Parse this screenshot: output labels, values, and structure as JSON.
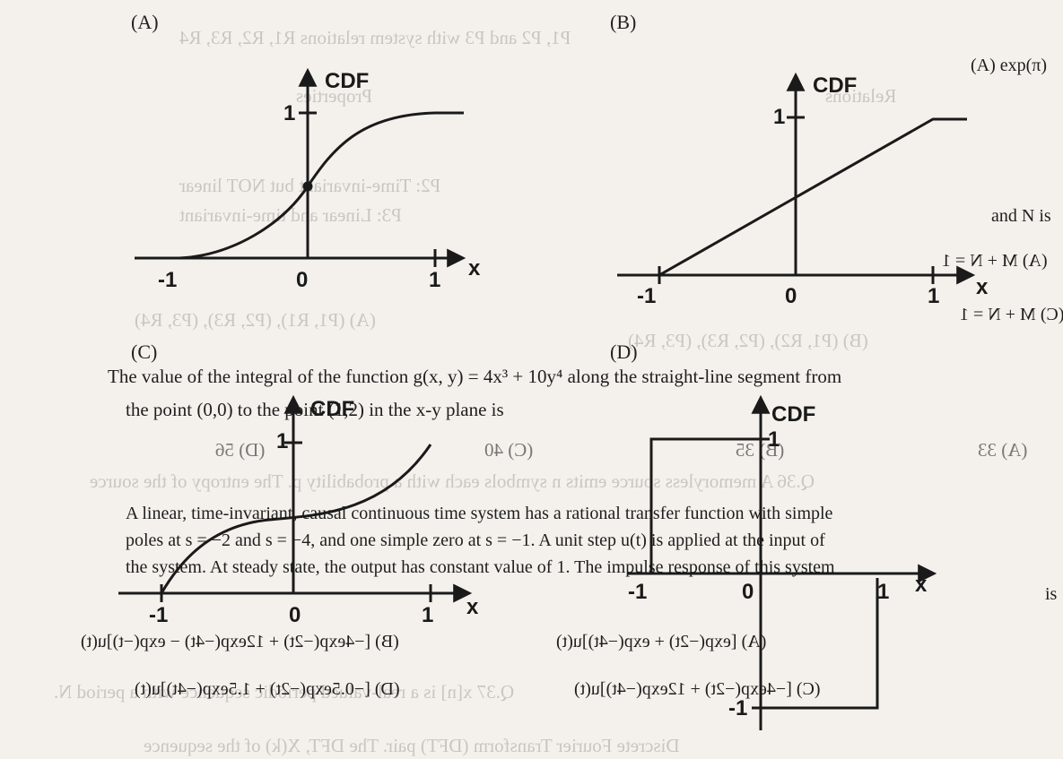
{
  "panels": {
    "a": {
      "label": "(A)",
      "y_axis": "CDF",
      "x_axis": "x",
      "ticks": [
        "-1",
        "0",
        "1"
      ],
      "y_tick": "1"
    },
    "b": {
      "label": "(B)",
      "y_axis": "CDF",
      "x_axis": "x",
      "ticks": [
        "-1",
        "0",
        "1"
      ],
      "y_tick": "1"
    },
    "c": {
      "label": "(C)",
      "y_axis": "CDF",
      "x_axis": "x",
      "ticks": [
        "-1",
        "0",
        "1"
      ],
      "y_tick": "1"
    },
    "d": {
      "label": "(D)",
      "y_axis": "CDF",
      "x_axis": "x",
      "ticks": [
        "-1",
        "0",
        "1"
      ],
      "y_tick": "1",
      "y_tick_neg": "-1"
    }
  },
  "question_text": {
    "q1_line1": "The value of the integral of the function g(x, y) = 4x³ + 10y⁴ along the straight-line segment from",
    "q1_line2": "the point (0,0) to the point (1,2) in the x-y plane is",
    "q1_options": [
      "(A) 33",
      "(B) 35",
      "(C) 40",
      "(D) 56"
    ],
    "q2_line1": "A linear, time-invariant, causal continuous time system has a rational transfer function with simple",
    "q2_line2": "poles at s = −2 and s = −4, and one simple zero at s = −1. A unit step u(t) is applied at the input of",
    "q2_line3": "the system. At steady state, the output has constant value of 1. The impulse response of this system",
    "q2_line4": "is",
    "q2_opt_a": "(A) [exp(−2t) + exp(−4t)]u(t)",
    "q2_opt_b": "(B) [−4exp(−2t) + 12exp(−4t) − exp(−t)]u(t)",
    "q2_opt_c": "(C) [−4exp(−2t) + 12exp(−4t)]u(t)",
    "q2_opt_d": "(D) [−0.5exp(−2t) + 1.5exp(−4t)]u(t)",
    "left_frag1": "(A) exp(π)",
    "left_frag2": "and N is",
    "left_frag3": "(A) M + N = 1",
    "left_frag4": "(C) M + N = 1"
  },
  "bleed_text": {
    "b1": "P1, P2 and P3 with system relations R1, R2, R3, R4",
    "b2": "Properties",
    "b3": "Relations",
    "b4": "P2: Time-invariant but NOT linear",
    "b5": "P3: Linear and time-invariant",
    "b6": "(A) (P1, R1), (P2, R3), (P3, R4)",
    "b7": "(B) (P1, R2), (P2, R3), (P3, R4)",
    "b8": "Q.36 A memoryless source emits n symbols each with a probability p. The entropy of the source",
    "b9": "Q.37 x[n] is a real-valued periodic sequence with a period N.",
    "b10": "Discrete Fourier Transform (DFT) pair. The DFT, X(k) of the sequence"
  }
}
